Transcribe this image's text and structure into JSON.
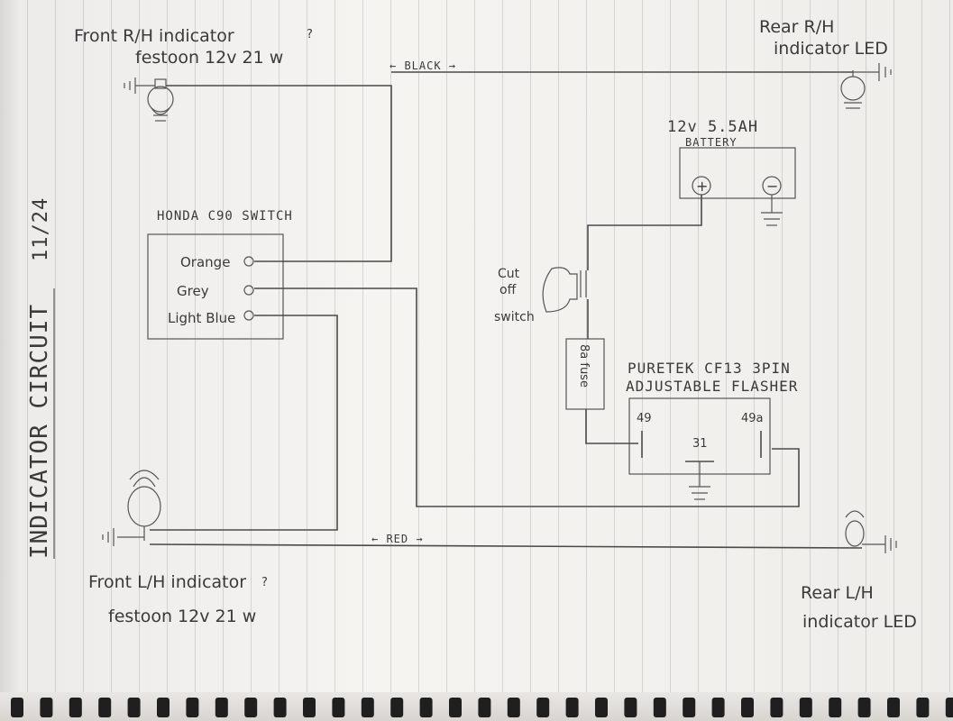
{
  "title": "INDICATOR CIRCUIT",
  "date": "11/24",
  "labels": {
    "front_rh_line1": "Front R/H indicator",
    "front_rh_line2": "festoon 12v 21 w",
    "front_rh_q": "?",
    "rear_rh_line1": "Rear R/H",
    "rear_rh_line2": "indicator LED",
    "front_lh_line1": "Front L/H indicator",
    "front_lh_line2": "festoon 12v 21 w",
    "front_lh_q": "?",
    "rear_lh_line1": "Rear L/H",
    "rear_lh_line2": "indicator LED",
    "black_wire": "← BLACK →",
    "red_wire": "←  RED  →",
    "switch_title": "HONDA C90 SWITCH",
    "switch_orange": "Orange",
    "switch_grey": "Grey",
    "switch_lightblue": "Light Blue",
    "battery_line1": "12v 5.5AH",
    "battery_line2": "BATTERY",
    "battery_plus": "+",
    "battery_minus": "−",
    "cutoff_1": "Cut",
    "cutoff_2": "off",
    "cutoff_3": "switch",
    "fuse": "8a fuse",
    "flasher_line1": "PURETEK CF13 3PIN",
    "flasher_line2": "ADJUSTABLE FLASHER",
    "pin_49": "49",
    "pin_31": "31",
    "pin_49a": "49a"
  },
  "colors": {
    "pencil": "#3a3a3a",
    "paper": "#f4f2ef",
    "ruled_line": "#8c94a4"
  }
}
